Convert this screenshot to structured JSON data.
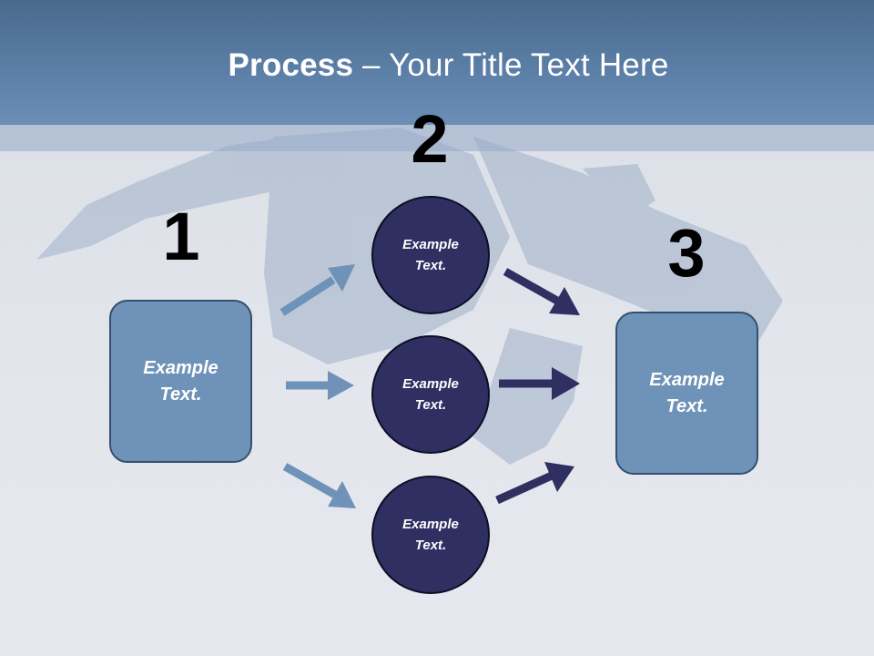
{
  "title": {
    "bold": "Process",
    "rest": " – Your Title Text Here"
  },
  "steps": {
    "one": "1",
    "two": "2",
    "three": "3"
  },
  "left_box": "Example\nText.",
  "right_box": "Example\nText.",
  "circles": [
    "Example\nText.",
    "Example\nText.",
    "Example\nText."
  ],
  "colors": {
    "header": "#5a7ea5",
    "box_fill": "#6f93b8",
    "circle_fill": "#2f2f62",
    "arrow_light": "#6f93b8",
    "arrow_dark": "#2f2f62"
  }
}
